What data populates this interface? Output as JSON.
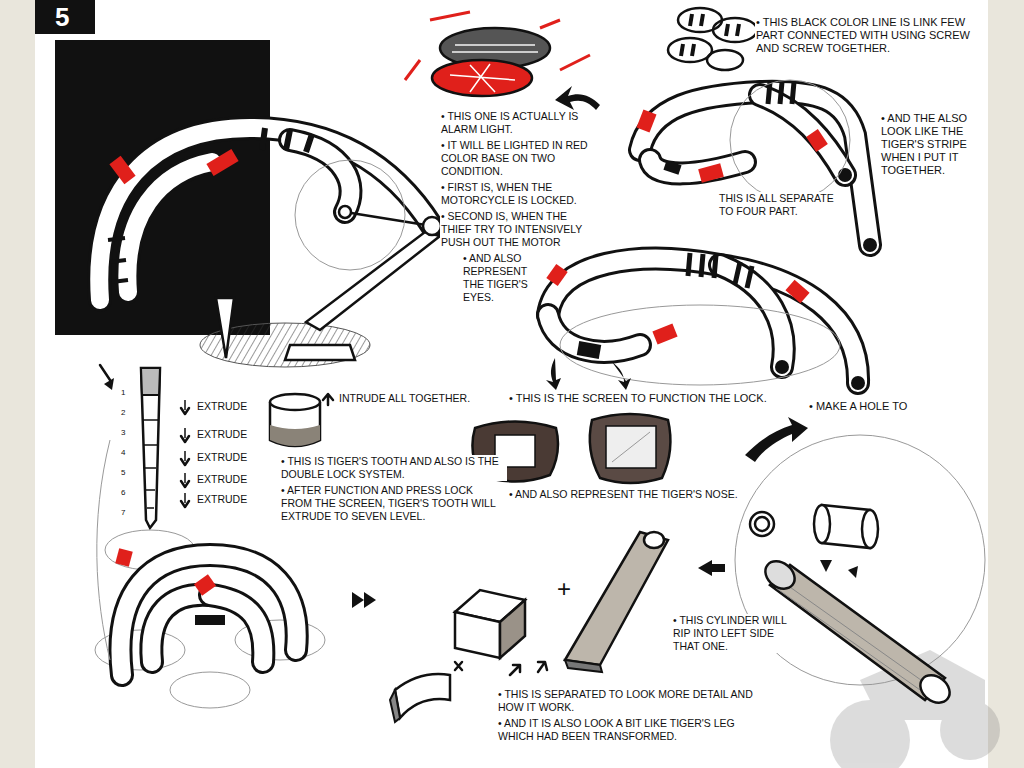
{
  "diagram": {
    "labels": [
      "5",
      "• THIS BLACK COLOR LINE IS LINK FEW PART CONNECTED WITH USING SCREW AND SCREW TOGETHER.",
      "• AND THE ALSO LOOK LIKE THE TIGER'S STRIPE WHEN I PUT IT TOGETHER.",
      "• THIS ONE IS ACTUALLY IS ALARM LIGHT.",
      "• IT WILL BE LIGHTED IN RED COLOR BASE ON TWO CONDITION.",
      "• FIRST IS, WHEN THE MOTORCYCLE IS LOCKED.",
      "• SECOND IS, WHEN THE THIEF TRY TO INTENSIVELY PUSH OUT THE MOTOR",
      "• AND ALSO REPRESENT THE TIGER'S EYES.",
      "THIS IS ALL SEPARATE TO FOUR PART.",
      "1",
      "2",
      "3",
      "4",
      "5",
      "6",
      "7",
      "EXTRUDE",
      "EXTRUDE",
      "EXTRUDE",
      "EXTRUDE",
      "EXTRUDE",
      "INTRUDE ALL TOGETHER.",
      "• THIS IS THE SCREEN TO FUNCTION THE LOCK.",
      "• MAKE A HOLE TO",
      "• THIS IS TIGER'S TOOTH AND ALSO IS THE DOUBLE LOCK SYSTEM.",
      "• AFTER FUNCTION AND PRESS LOCK FROM THE SCREEN, TIGER'S TOOTH WILL EXTRUDE TO SEVEN LEVEL.",
      "• AND ALSO REPRESENT THE TIGER'S NOSE.",
      "+",
      "• THIS CYLINDER WILL RIP INTO LEFT SIDE THAT ONE.",
      "• THIS IS SEPARATED TO LOOK MORE DETAIL AND HOW IT WORK.",
      "• AND IT IS ALSO LOOK A BIT LIKE TIGER'S LEG WHICH HAD BEEN TRANSFORMED."
    ]
  }
}
